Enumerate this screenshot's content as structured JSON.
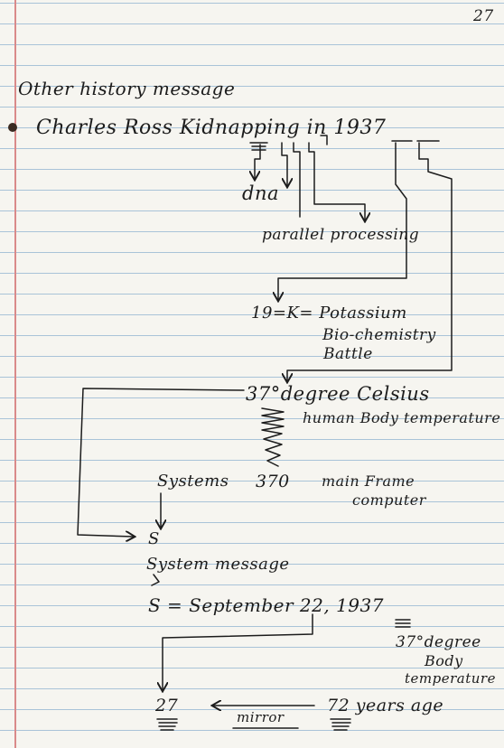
{
  "page_number": "27",
  "lines": {
    "heading": "Other history message",
    "bullet_line": "Charles Ross Kidnapping in 1937",
    "dna": "dna",
    "parallel": "parallel processing",
    "potassium": "19=K= Potassium",
    "biochem": "Bio-chemistry",
    "battle": "Battle",
    "celsius": "37°degree Celsius",
    "body_temp": "human Body temperature",
    "systems": "Systems",
    "num370": "370",
    "mainframe": "main Frame",
    "computer": "computer",
    "s_letter": "S",
    "system_message": "System message",
    "september": "S = September 22, 1937",
    "deg2": "37°degree",
    "body2": "Body",
    "temp2": "temperature",
    "num27": "27",
    "mirror": "mirror",
    "years": "72 years age"
  },
  "colors": {
    "paper": "#f6f5f0",
    "rule_line": "#a9c3d8",
    "margin_line": "#d98a8a",
    "ink": "#1c1c1c"
  }
}
